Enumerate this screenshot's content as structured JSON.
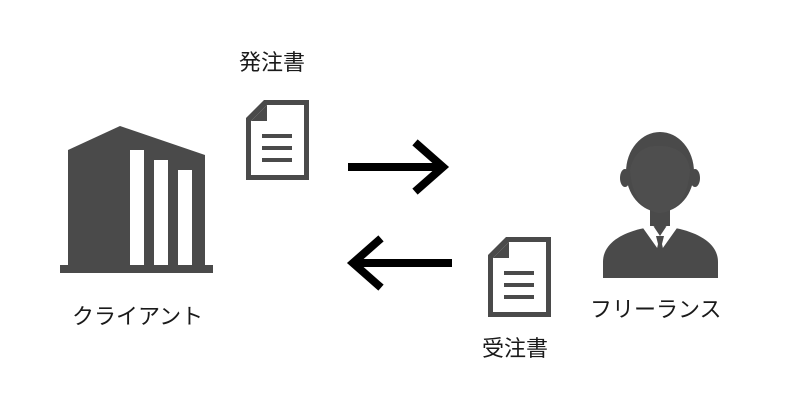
{
  "labels": {
    "order_document": "発注書",
    "acknowledgment_document": "受注書",
    "client": "クライアント",
    "freelancer": "フリーランス"
  },
  "icons": {
    "client": "building-icon",
    "freelancer": "person-icon",
    "order_document": "document-icon",
    "acknowledgment_document": "document-icon",
    "to_freelancer": "arrow-right-icon",
    "to_client": "arrow-left-icon"
  },
  "colors": {
    "icon_fill": "#4a4a4a",
    "arrow": "#000000",
    "text": "#1a1a1a",
    "background": "#ffffff"
  }
}
